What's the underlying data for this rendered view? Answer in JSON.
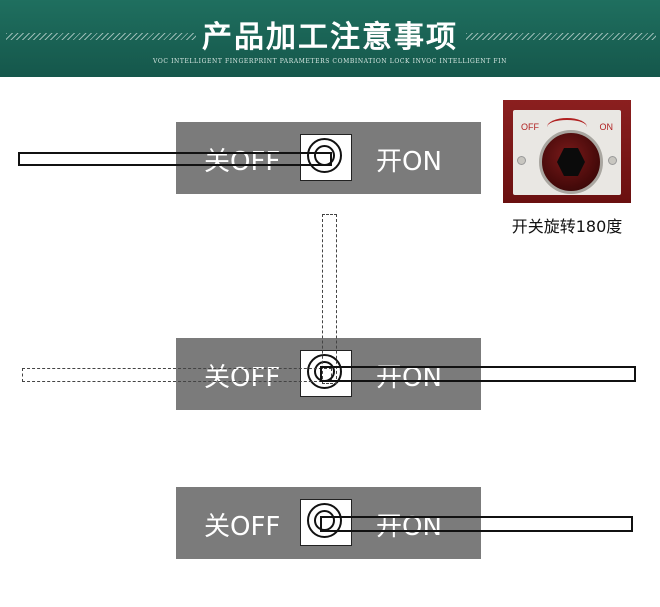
{
  "banner": {
    "title": "产品加工注意事项",
    "subtitle": "VOC INTELLIGENT FINGERPRINT PARAMETERS COMBINATION LOCK INVOC INTELLIGENT FIN"
  },
  "diagrams": [
    {
      "off_label": "关OFF",
      "on_label": "开ON"
    },
    {
      "off_label": "关OFF",
      "on_label": "开ON"
    },
    {
      "off_label": "关OFF",
      "on_label": "开ON"
    }
  ],
  "photo": {
    "plate_off": "OFF",
    "plate_on": "ON",
    "caption": "开关旋转180度"
  },
  "colors": {
    "banner": "#1f6f5f",
    "panel": "#7b7b7b",
    "knob": "#6a1010"
  }
}
